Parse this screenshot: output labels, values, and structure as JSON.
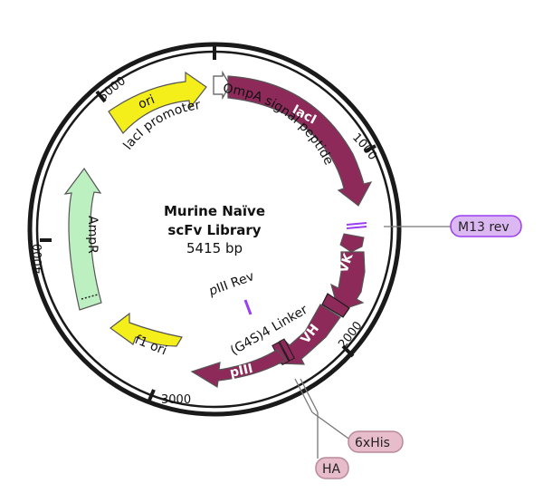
{
  "plasmid": {
    "name_line1": "Murine Naïve",
    "name_line2": "scFv Library",
    "size_label": "5415 bp"
  },
  "ticks": {
    "t1000": "1000",
    "t2000": "2000",
    "t3000": "3000",
    "t4000": "4000",
    "t5000": "5000"
  },
  "features": {
    "ori": "ori",
    "laci": "lacI",
    "vk": "VK",
    "vh": "VH",
    "piii": "pIII",
    "f1ori": "f1 ori",
    "ampr": "AmpR"
  },
  "labels": {
    "laci_promoter": "lacI promoter",
    "ompa": "OmpA signal peptide",
    "linker": "(G4S)4 Linker",
    "piii_rev_prefix": "p",
    "piii_rev_rest": "III Rev"
  },
  "callouts": {
    "m13rev": "M13 rev",
    "his": "6xHis",
    "ha": "HA"
  },
  "colors": {
    "maroon": "#8e2a5a",
    "yellow": "#f4ef1a",
    "green": "#bdf0c0",
    "violet_pill": "#dcb8f3",
    "pink_pill": "#e7bccb",
    "primer_violet": "#9b3df0"
  }
}
